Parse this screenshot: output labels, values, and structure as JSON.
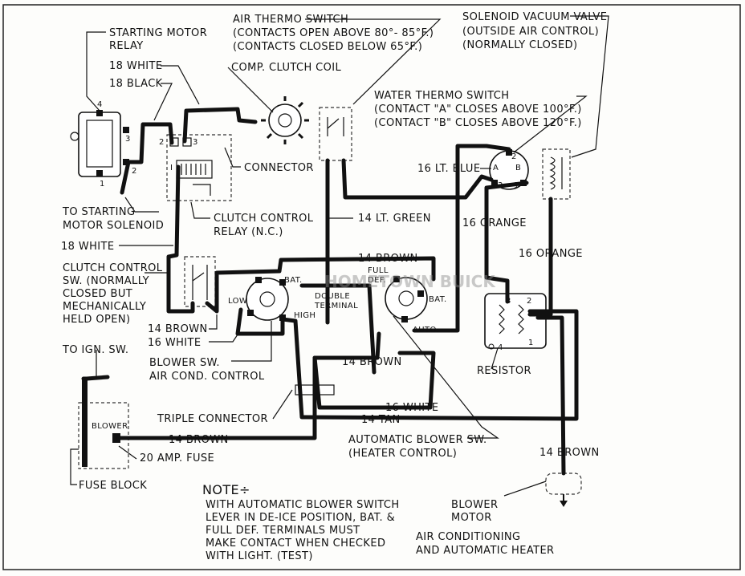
{
  "labels": {
    "starting_motor_relay_1": "STARTING MOTOR",
    "starting_motor_relay_2": "RELAY",
    "w18_white_top": "18 WHITE",
    "w18_black": "18 BLACK",
    "comp_clutch_coil": "COMP. CLUTCH COIL",
    "air_thermo_1": "AIR THERMO SWITCH",
    "air_thermo_2": "(CONTACTS OPEN ABOVE 80°- 85°F.)",
    "air_thermo_3": "(CONTACTS CLOSED BELOW 65°F.)",
    "solenoid_1": "SOLENOID VACUUM VALVE",
    "solenoid_2": "(OUTSIDE AIR CONTROL)",
    "solenoid_3": "(NORMALLY CLOSED)",
    "water_thermo_1": "WATER THERMO SWITCH",
    "water_thermo_2": "(CONTACT \"A\" CLOSES ABOVE 100°F.)",
    "water_thermo_3": "(CONTACT \"B\" CLOSES ABOVE 120°F.)",
    "connector": "CONNECTOR",
    "to_starting_1": "TO STARTING",
    "to_starting_2": "MOTOR SOLENOID",
    "clutch_relay_1": "CLUTCH CONTROL",
    "clutch_relay_2": "RELAY (N.C.)",
    "w16_lt_blue": "16 LT. BLUE",
    "w14_lt_green": "14 LT. GREEN",
    "w16_orange_mid": "16 ORANGE",
    "w16_orange_right": "16 ORANGE",
    "w18_white_left": "18 WHITE",
    "clutch_sw_1": "CLUTCH CONTROL",
    "clutch_sw_2": "SW. (NORMALLY",
    "clutch_sw_3": "CLOSED BUT",
    "clutch_sw_4": "MECHANICALLY",
    "clutch_sw_5": "HELD OPEN)",
    "w14_brown_top": "14 BROWN",
    "full_def_1": "FULL",
    "full_def_2": "DEF.",
    "bat_left": "BAT.",
    "bat_right": "BAT.",
    "low": "LOW",
    "high": "HIGH",
    "double_terminal_1": "DOUBLE",
    "double_terminal_2": "TERMINAL",
    "auto": "AUTO.",
    "w14_brown_left": "14 BROWN",
    "w16_white_left": "16 WHITE",
    "resistor": "RESISTOR",
    "to_ign_sw": "TO IGN. SW.",
    "blower_sw_1": "BLOWER SW.",
    "blower_sw_2": "AIR COND. CONTROL",
    "w14_brown_mid": "14 BROWN",
    "w16_white_bottom": "16 WHITE",
    "triple_connector": "TRIPLE CONNECTOR",
    "w14_tan": "14 TAN",
    "blower": "BLOWER",
    "w14_brown_bottom": "14 BROWN",
    "auto_blower_1": "AUTOMATIC BLOWER SW.",
    "auto_blower_2": "(HEATER CONTROL)",
    "fuse_20amp": "20 AMP. FUSE",
    "w14_brown_right": "14 BROWN",
    "fuse_block": "FUSE BLOCK",
    "note_title": "NOTE÷",
    "note_1": "WITH AUTOMATIC BLOWER SWITCH",
    "note_2": "LEVER IN DE-ICE POSITION, BAT. &",
    "note_3": "FULL DEF. TERMINALS MUST",
    "note_4": "MAKE CONTACT WHEN CHECKED",
    "note_5": "WITH LIGHT. (TEST)",
    "caption_1": "AIR CONDITIONING",
    "caption_2": "AND AUTOMATIC HEATER",
    "blower_motor_1": "BLOWER",
    "blower_motor_2": "MOTOR",
    "term_a": "A",
    "term_b": "B",
    "term_1": "1",
    "term_2": "2",
    "term_3": "3",
    "term_4": "4",
    "term_i": "I",
    "watermark": "HOMETOWN BUICK"
  }
}
